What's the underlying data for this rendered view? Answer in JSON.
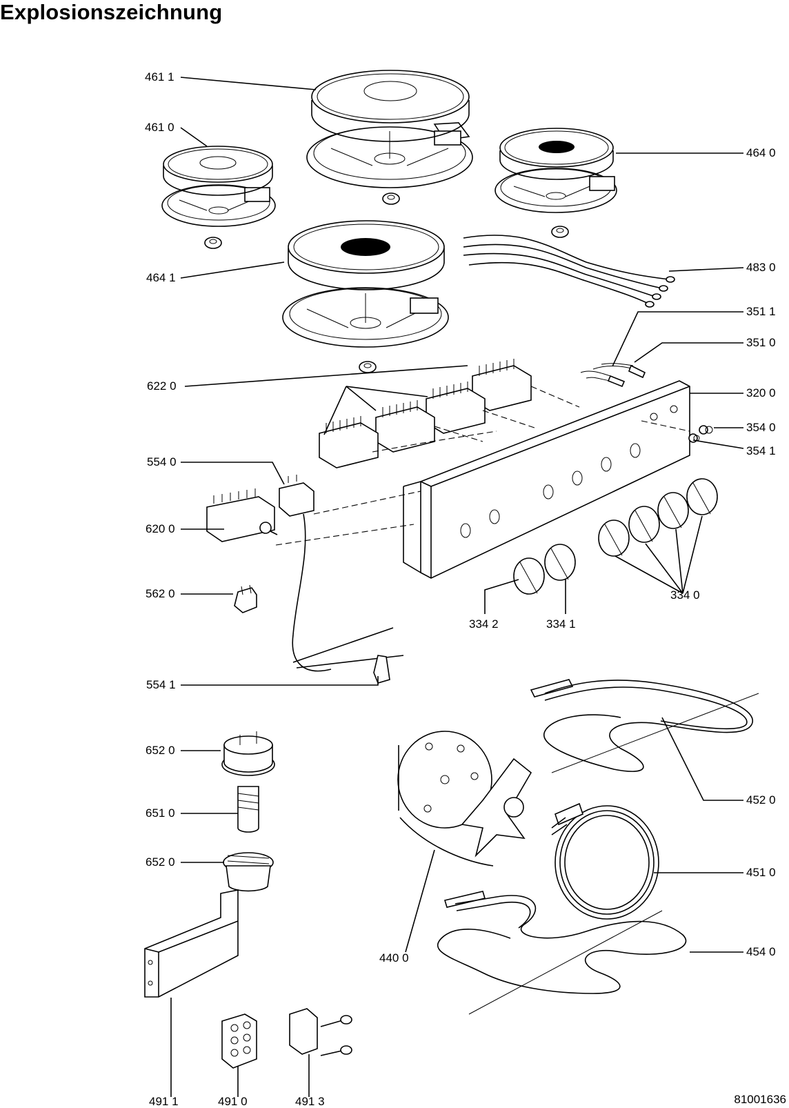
{
  "title": "Explosionszeichnung",
  "document_number": "81001636",
  "parts": [
    {
      "id": "p4611",
      "label": "461 1"
    },
    {
      "id": "p4610",
      "label": "461 0"
    },
    {
      "id": "p4640",
      "label": "464 0"
    },
    {
      "id": "p4641",
      "label": "464 1"
    },
    {
      "id": "p4830",
      "label": "483 0"
    },
    {
      "id": "p3511",
      "label": "351 1"
    },
    {
      "id": "p3510",
      "label": "351 0"
    },
    {
      "id": "p6220",
      "label": "622 0"
    },
    {
      "id": "p3200",
      "label": "320 0"
    },
    {
      "id": "p3540",
      "label": "354 0"
    },
    {
      "id": "p3541",
      "label": "354 1"
    },
    {
      "id": "p5540",
      "label": "554 0"
    },
    {
      "id": "p6200",
      "label": "620 0"
    },
    {
      "id": "p5620",
      "label": "562 0"
    },
    {
      "id": "p3342",
      "label": "334 2"
    },
    {
      "id": "p3341",
      "label": "334 1"
    },
    {
      "id": "p3340",
      "label": "334 0"
    },
    {
      "id": "p5541",
      "label": "554 1"
    },
    {
      "id": "p6520a",
      "label": "652 0"
    },
    {
      "id": "p6510",
      "label": "651 0"
    },
    {
      "id": "p6520b",
      "label": "652 0"
    },
    {
      "id": "p4520",
      "label": "452 0"
    },
    {
      "id": "p4510",
      "label": "451 0"
    },
    {
      "id": "p4540",
      "label": "454 0"
    },
    {
      "id": "p4400",
      "label": "440 0"
    },
    {
      "id": "p4911",
      "label": "491 1"
    },
    {
      "id": "p4910",
      "label": "491 0"
    },
    {
      "id": "p4913",
      "label": "491 3"
    }
  ]
}
